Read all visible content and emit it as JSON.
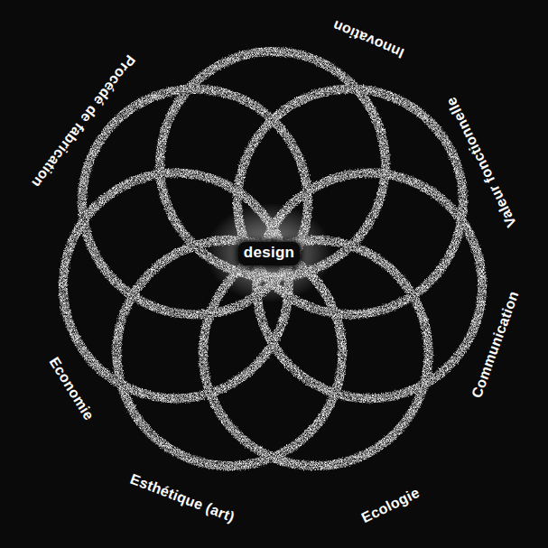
{
  "diagram": {
    "labels": [
      "Innovation",
      "Valeur fonctionnelle",
      "Communication",
      "Ecologie",
      "Esthétique (art)",
      "Economie",
      "Procédé de fabrication",
      "design"
    ]
  }
}
